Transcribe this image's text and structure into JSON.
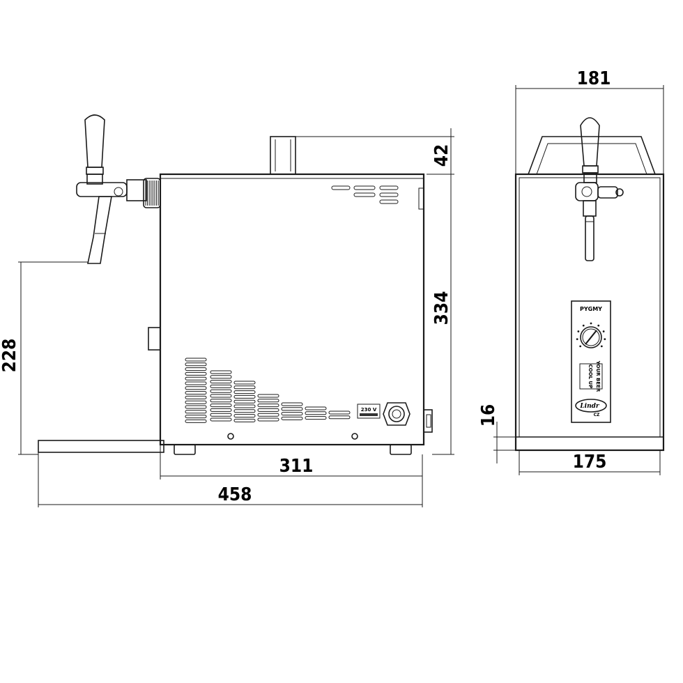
{
  "dimensions": {
    "total_length": "458",
    "body_length": "311",
    "spout_height": "228",
    "body_height": "334",
    "handle_height": "42",
    "front_width": "181",
    "base_width": "175",
    "base_height": "16"
  },
  "front_panel": {
    "model_label": "PYGMY",
    "slogan_line1": "COOL UP",
    "slogan_line2": "YOUR BEER",
    "brand_script": "Lindr",
    "brand_suffix": "CZ"
  },
  "side_panel": {
    "voltage_label": "230 V"
  }
}
